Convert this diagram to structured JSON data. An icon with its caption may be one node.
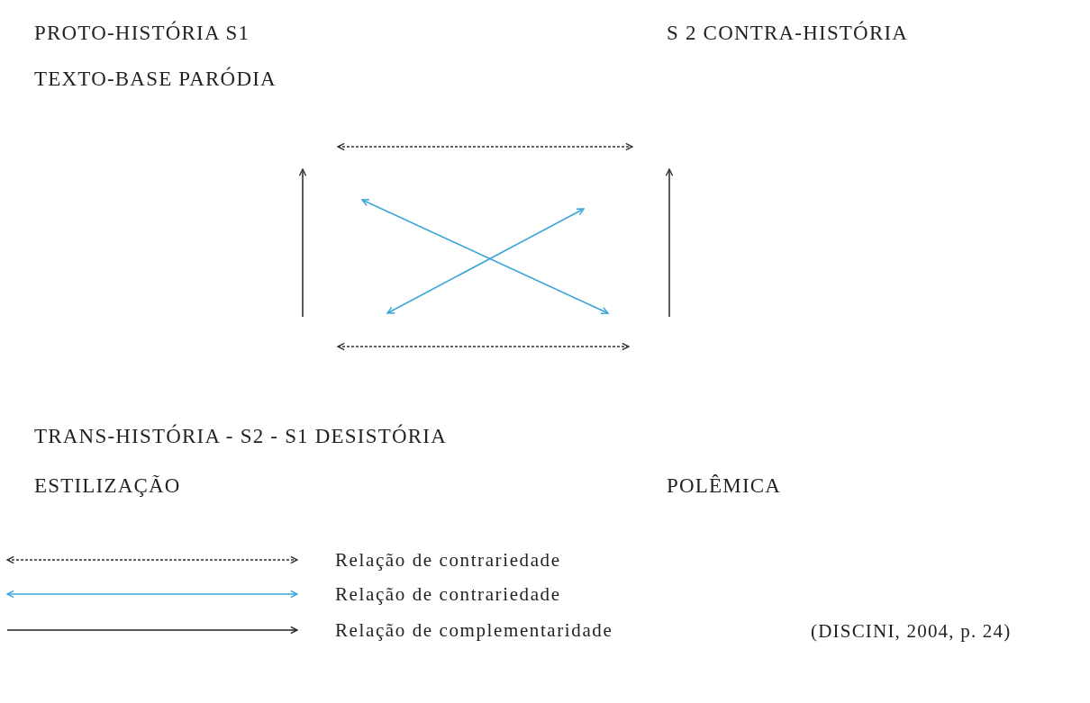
{
  "diagram": {
    "labels": [
      "PROTO-HISTÓRIA S1",
      "S 2 CONTRA-HISTÓRIA",
      "TEXTO-BASE PARÓDIA",
      "TRANS-HISTÓRIA - S2 - S1 DESISTÓRIA",
      "ESTILIZAÇÃO",
      "POLÊMICA",
      "(DISCINI, 2004, p. 24)"
    ],
    "legend": [
      {
        "text": "Relação de contrariedade"
      },
      {
        "text": "Relação de contrariedade"
      },
      {
        "text": "Relação de complementaridade"
      }
    ]
  }
}
